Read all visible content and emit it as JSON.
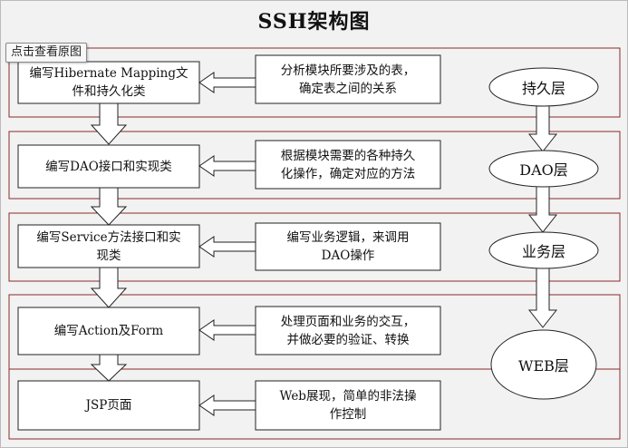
{
  "title": "SSH架构图",
  "tooltip": "点击查看原图",
  "rows": [
    {
      "left": "编写Hibernate Mapping文\n件和持久化类",
      "right": "分析模块所要涉及的表，\n确定表之间的关系"
    },
    {
      "left": "编写DAO接口和实现类",
      "right": "根据模块需要的各种持久\n化操作，确定对应的方法"
    },
    {
      "left": "编写Service方法接口和实\n现类",
      "right": "编写业务逻辑，来调用\nDAO操作"
    },
    {
      "left": "编写Action及Form",
      "right": "处理页面和业务的交互，\n并做必要的验证、转换"
    },
    {
      "left": "JSP页面",
      "right": "Web展现，简单的非法操\n作控制"
    }
  ],
  "layers": [
    "持久层",
    "DAO层",
    "业务层",
    "WEB层"
  ],
  "colors": {
    "band_border": "#8b2a2a",
    "line": "#222222",
    "page_background": "#f2f2f2"
  }
}
